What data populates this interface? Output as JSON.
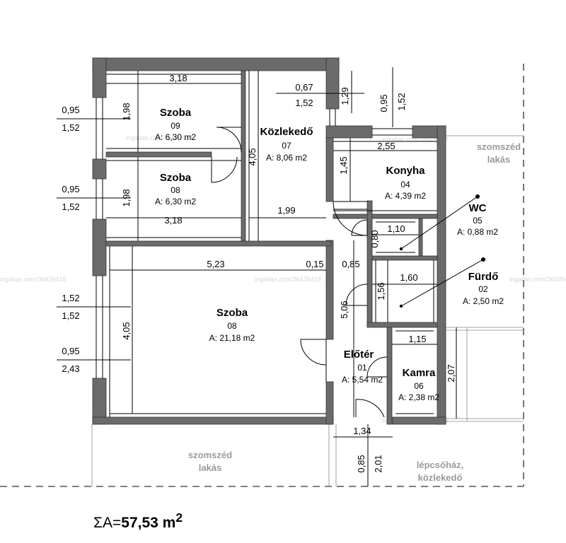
{
  "rooms": [
    {
      "name": "Szoba",
      "number": "09",
      "area": "A: 6,30 m2"
    },
    {
      "name": "Szoba",
      "number": "08",
      "area": "A: 6,30 m2"
    },
    {
      "name": "Szoba",
      "number": "08",
      "area": "A: 21,18 m2"
    },
    {
      "name": "Közlekedő",
      "number": "07",
      "area": "A: 8,06 m2"
    },
    {
      "name": "Konyha",
      "number": "04",
      "area": "A: 4,39 m2"
    },
    {
      "name": "WC",
      "number": "05",
      "area": "A: 0,88 m2"
    },
    {
      "name": "Fürdő",
      "number": "02",
      "area": "A: 2,50 m2"
    },
    {
      "name": "Előtér",
      "number": "01",
      "area": "A: 5,54 m2"
    },
    {
      "name": "Kamra",
      "number": "06",
      "area": "A: 2,38 m2"
    }
  ],
  "dimensions": {
    "d318a": "3,18",
    "d198a": "1,98",
    "d095l1": "0,95",
    "d152l1": "1,52",
    "d067": "0,67",
    "d152c": "1,52",
    "d129": "1,29",
    "d095t": "0,95",
    "d152t": "1,52",
    "d405a": "4,05",
    "d255": "2,55",
    "d145": "1,45",
    "d095l2": "0,95",
    "d152l2": "1,52",
    "d198b": "1,98",
    "d318b": "3,18",
    "d199": "1,99",
    "d110": "1,10",
    "d080": "0,80",
    "d523": "5,23",
    "d015": "0,15",
    "d085": "0,85",
    "d160": "1,60",
    "d156": "1,56",
    "d506": "5,06",
    "d152l3": "1,52",
    "d152l4": "1,52",
    "d405b": "4,05",
    "d095l5": "0,95",
    "d243": "2,43",
    "d115": "1,15",
    "d207": "2,07",
    "d134": "1,34",
    "d085b": "0,85",
    "d201": "2,01"
  },
  "neighbors": {
    "n1a": "szomszéd",
    "n1b": "lakás",
    "n2a": "szomszéd",
    "n2b": "lakás",
    "n3a": "lépcsőház,",
    "n3b": "közlekedő"
  },
  "watermark": "ingatlan.com/36426419",
  "total": {
    "prefix": "ΣA=",
    "value": "57,53 m",
    "sup": "2"
  }
}
